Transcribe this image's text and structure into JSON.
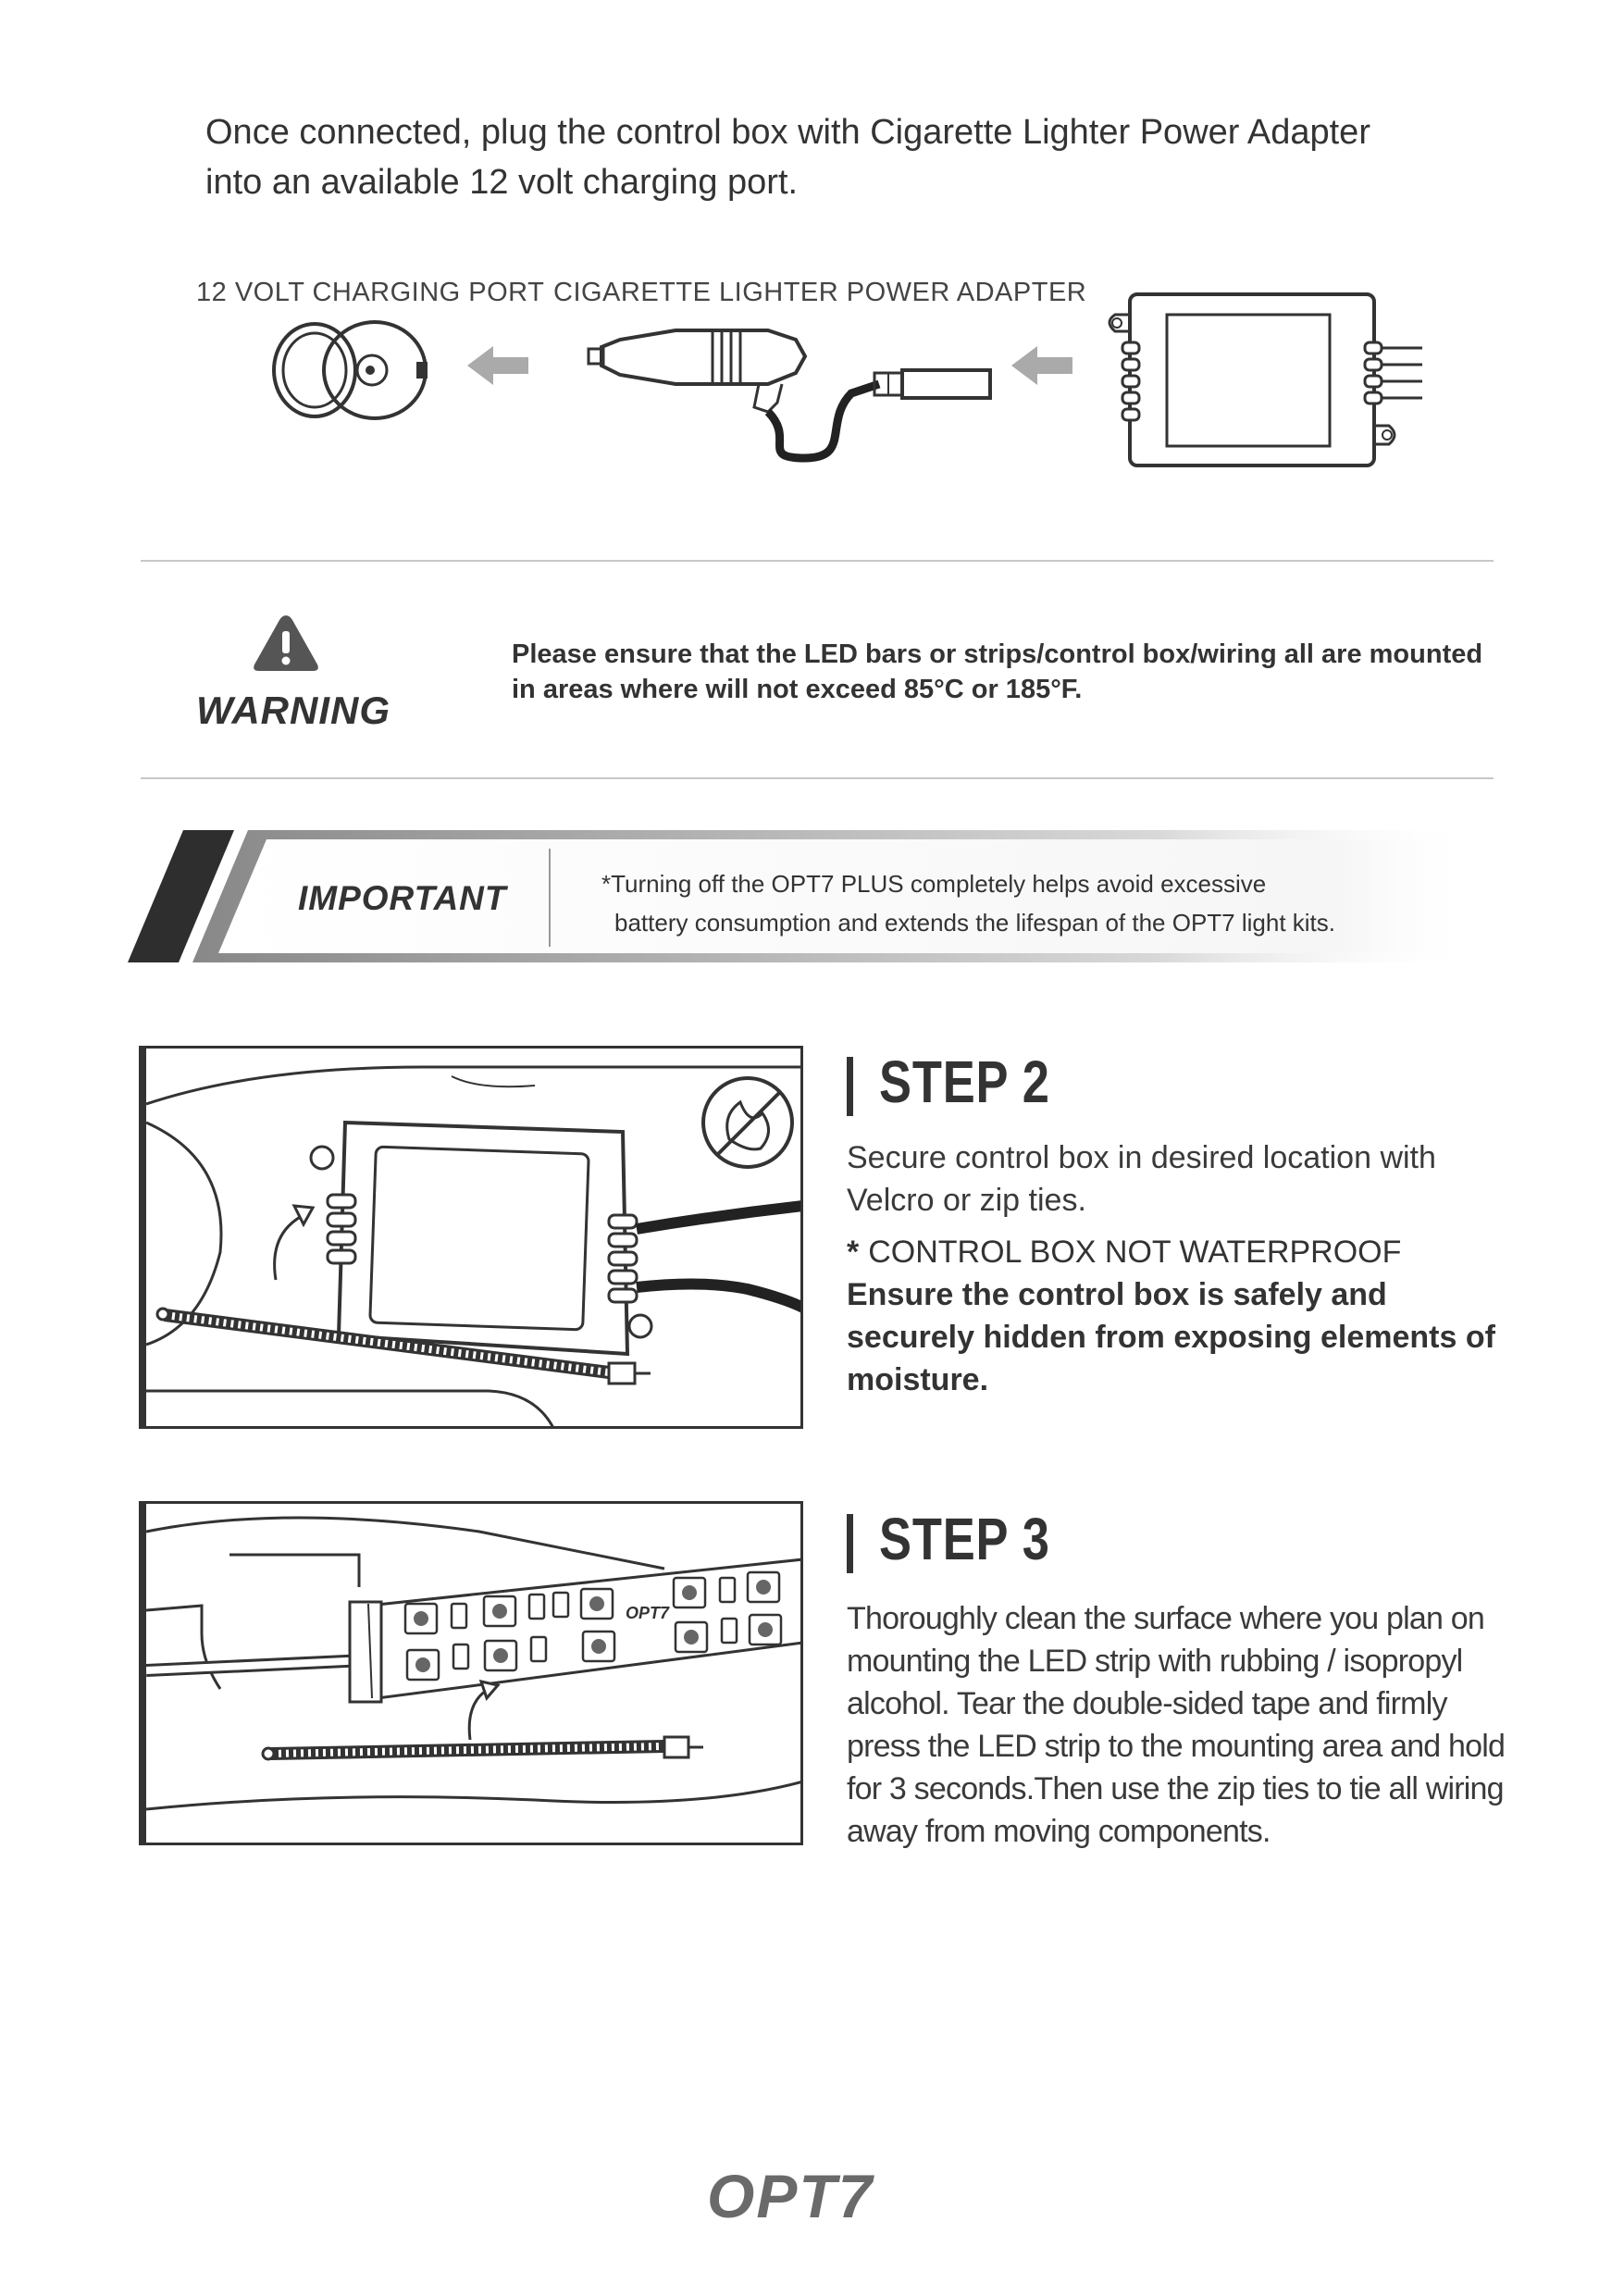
{
  "intro": {
    "line1": "Once connected, plug the control box with Cigarette Lighter Power Adapter",
    "line2": "into an available 12 volt charging port."
  },
  "diagram": {
    "port_label": "12 VOLT CHARGING PORT",
    "adapter_label": "CIGARETTE LIGHTER POWER ADAPTER"
  },
  "warning": {
    "title": "WARNING",
    "text_line1": "Please ensure that the LED bars or strips/control box/wiring all are mounted",
    "text_line2": "in areas where will not exceed 85°C or 185°F."
  },
  "important": {
    "title": "IMPORTANT",
    "line1": "*Turning off the OPT7 PLUS completely helps avoid excessive",
    "line2": "battery consumption and extends the  lifespan of the OPT7 light kits."
  },
  "step2": {
    "title": "STEP 2",
    "body": "Secure control box in desired location with Velcro or zip ties.",
    "note_star": "*",
    "note_head": "CONTROL BOX NOT WATERPROOF",
    "note_body": "Ensure the control box is safely and securely hidden from exposing elements of moisture."
  },
  "step3": {
    "title": "STEP 3",
    "body": "Thoroughly clean the surface where you plan on mounting the LED strip with rubbing / isopropyl alcohol. Tear the double-sided tape and firmly press the LED strip to the mounting area and hold for 3 seconds.Then use the zip ties to tie all wiring away from moving components.",
    "strip_logo": "OPT7"
  },
  "footer": {
    "logo": "OPT7"
  },
  "colors": {
    "text": "#333333",
    "rule": "#c8c8c8",
    "arrow": "#aaaaaa",
    "stripe_dark": "#2e2e2e",
    "stripe_light": "#888888"
  }
}
